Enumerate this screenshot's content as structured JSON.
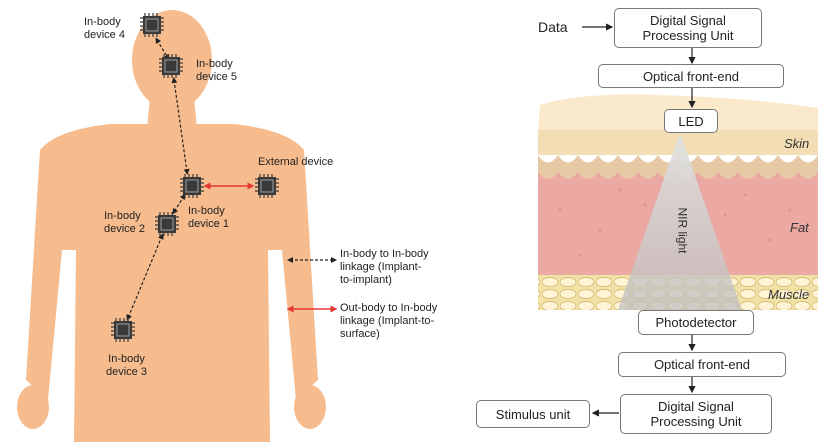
{
  "left_panel": {
    "devices": [
      {
        "id": "d4",
        "label_line1": "In-body",
        "label_line2": "device 4"
      },
      {
        "id": "d5",
        "label_line1": "In-body",
        "label_line2": "device 5"
      },
      {
        "id": "d1",
        "label_line1": "In-body",
        "label_line2": "device 1"
      },
      {
        "id": "d2",
        "label_line1": "In-body",
        "label_line2": "device 2"
      },
      {
        "id": "d3",
        "label_line1": "In-body",
        "label_line2": "device 3"
      }
    ],
    "external_device_label": "External device",
    "legend": {
      "dashed_line1": "In-body  to In-body",
      "dashed_line2": "linkage (Implant-",
      "dashed_line3": "to-implant)",
      "red_line1": "Out-body  to In-body",
      "red_line2": "linkage (Implant-to-",
      "red_line3": "surface)"
    },
    "colors": {
      "body": "#F6BC8E",
      "link_red": "#E53935",
      "link_dashed": "#222222",
      "chip": "#3a3a3a"
    }
  },
  "right_panel": {
    "input_label": "Data",
    "dsp_top_line1": "Digital Signal",
    "dsp_top_line2": "Processing Unit",
    "optical_top": "Optical front-end",
    "led": "LED",
    "layers": {
      "skin": "Skin",
      "fat": "Fat",
      "muscle": "Muscle"
    },
    "beam_label": "NIR light",
    "photodetector": "Photodetector",
    "optical_bottom": "Optical front-end",
    "dsp_bottom_line1": "Digital Signal",
    "dsp_bottom_line2": "Processing Unit",
    "output_label": "Stimulus unit",
    "colors": {
      "skin": "#F3DDB5",
      "fat": "#ECA8A2",
      "muscle": "#F1E3A7",
      "beam": "#C9C9C9"
    }
  }
}
